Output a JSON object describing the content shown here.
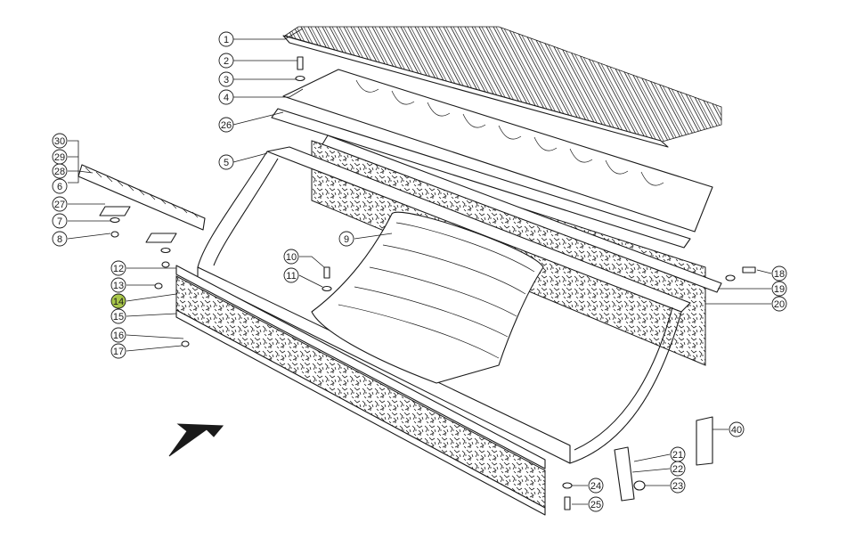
{
  "diagram": {
    "highlight_color": "#a9c84a",
    "stroke_color": "#1a1a1a",
    "callouts": [
      {
        "id": "1",
        "label": "1"
      },
      {
        "id": "2",
        "label": "2"
      },
      {
        "id": "3",
        "label": "3"
      },
      {
        "id": "4",
        "label": "4"
      },
      {
        "id": "26",
        "label": "26"
      },
      {
        "id": "30",
        "label": "30"
      },
      {
        "id": "29",
        "label": "29"
      },
      {
        "id": "28",
        "label": "28"
      },
      {
        "id": "6",
        "label": "6"
      },
      {
        "id": "5",
        "label": "5"
      },
      {
        "id": "27",
        "label": "27"
      },
      {
        "id": "7",
        "label": "7"
      },
      {
        "id": "8",
        "label": "8"
      },
      {
        "id": "9",
        "label": "9"
      },
      {
        "id": "10",
        "label": "10"
      },
      {
        "id": "11",
        "label": "11"
      },
      {
        "id": "12",
        "label": "12"
      },
      {
        "id": "13",
        "label": "13"
      },
      {
        "id": "14",
        "label": "14",
        "highlighted": true
      },
      {
        "id": "15",
        "label": "15"
      },
      {
        "id": "16",
        "label": "16"
      },
      {
        "id": "17",
        "label": "17"
      },
      {
        "id": "18",
        "label": "18"
      },
      {
        "id": "19",
        "label": "19"
      },
      {
        "id": "20",
        "label": "20"
      },
      {
        "id": "40",
        "label": "40"
      },
      {
        "id": "21",
        "label": "21"
      },
      {
        "id": "22",
        "label": "22"
      },
      {
        "id": "23",
        "label": "23"
      },
      {
        "id": "24",
        "label": "24"
      },
      {
        "id": "25",
        "label": "25"
      }
    ]
  }
}
